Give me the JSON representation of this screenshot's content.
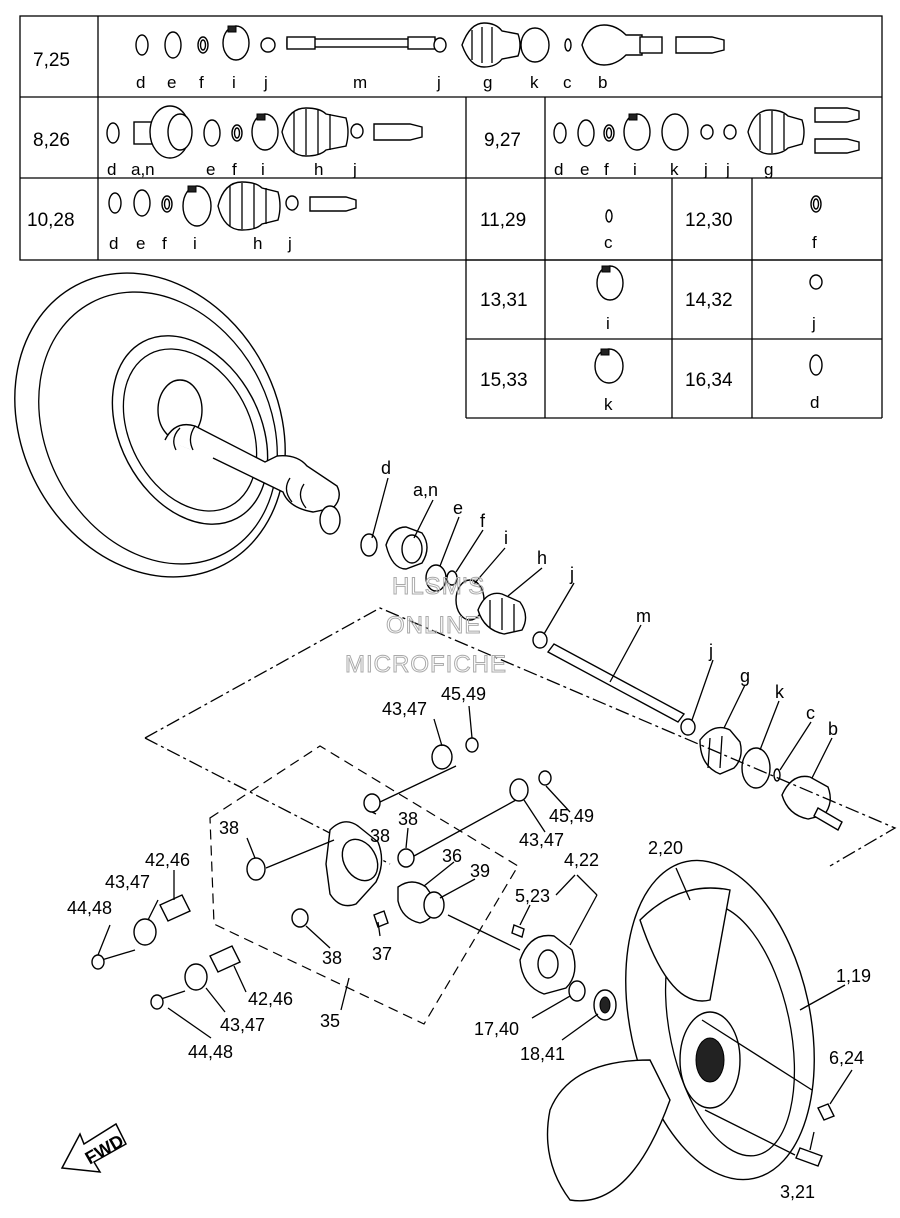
{
  "table": {
    "rows": [
      {
        "ref": "7,25",
        "parts": [
          "d",
          "e",
          "f",
          "i",
          "j",
          "m",
          "j",
          "g",
          "k",
          "c",
          "b"
        ]
      },
      {
        "ref": "8,26",
        "parts": [
          "d",
          "a,n",
          "e",
          "f",
          "i",
          "h",
          "j"
        ]
      },
      {
        "ref": "9,27",
        "parts": [
          "d",
          "e",
          "f",
          "i",
          "k",
          "j",
          "j",
          "g"
        ]
      },
      {
        "ref": "10,28",
        "parts": [
          "d",
          "e",
          "f",
          "i",
          "h",
          "j"
        ]
      },
      {
        "ref": "11,29",
        "parts": [
          "c"
        ]
      },
      {
        "ref": "12,30",
        "parts": [
          "f"
        ]
      },
      {
        "ref": "13,31",
        "parts": [
          "i"
        ]
      },
      {
        "ref": "14,32",
        "parts": [
          "j"
        ]
      },
      {
        "ref": "15,33",
        "parts": [
          "k"
        ]
      },
      {
        "ref": "16,34",
        "parts": [
          "d"
        ]
      }
    ]
  },
  "callouts": {
    "d": "d",
    "an": "a,n",
    "e": "e",
    "f": "f",
    "i": "i",
    "h": "h",
    "j1": "j",
    "m": "m",
    "j2": "j",
    "g": "g",
    "k": "k",
    "c": "c",
    "b": "b",
    "p43_47a": "43,47",
    "p45_49a": "45,49",
    "p45_49b": "45,49",
    "p43_47b": "43,47",
    "p38a": "38",
    "p38b": "38",
    "p38c": "38",
    "p38d": "38",
    "p36": "36",
    "p39": "39",
    "p4_22": "4,22",
    "p5_23": "5,23",
    "p2_20": "2,20",
    "p42_46a": "42,46",
    "p43_47c": "43,47",
    "p44_48a": "44,48",
    "p37": "37",
    "p42_46b": "42,46",
    "p43_47d": "43,47",
    "p44_48b": "44,48",
    "p35": "35",
    "p17_40": "17,40",
    "p18_41": "18,41",
    "p1_19": "1,19",
    "p6_24": "6,24",
    "p3_21": "3,21"
  },
  "watermark": [
    "HLSM'S",
    "ONLINE",
    "MICROFICHE"
  ],
  "fwd_label": "FWD"
}
